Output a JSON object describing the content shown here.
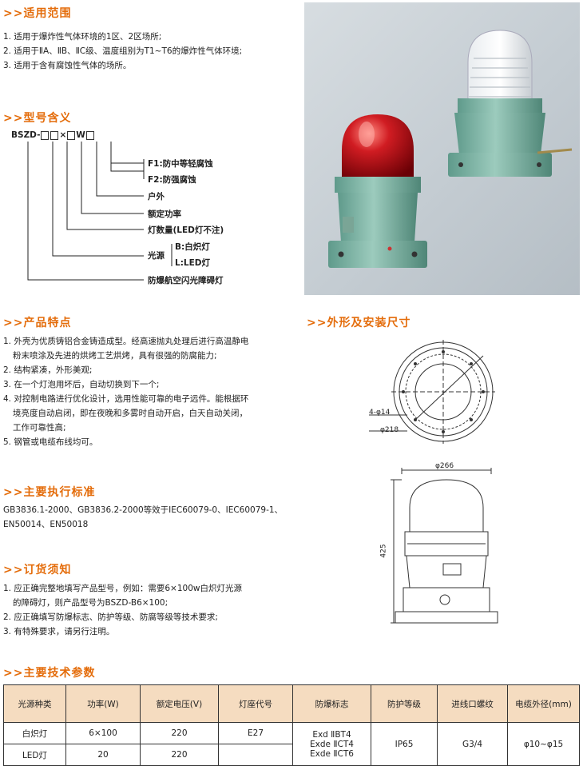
{
  "sections": {
    "scope": {
      "title": ">>适用范围",
      "items": [
        "1. 适用于爆炸性气体环境的1区、2区场所;",
        "2. 适用于ⅡA、ⅡB、ⅡC级、温度组别为T1~T6的爆炸性气体环境;",
        "3. 适用于含有腐蚀性气体的场所。"
      ]
    },
    "model": {
      "title": ">>型号含义",
      "prefix": "BSZD-",
      "x": "×",
      "w": "W",
      "labels": {
        "f1": "F1:防中等轻腐蚀",
        "f2": "F2:防强腐蚀",
        "outdoor": "户外",
        "power": "额定功率",
        "lamps": "灯数量(LED灯不注)",
        "source": "光源",
        "b": "B:白炽灯",
        "l": "L:LED灯",
        "name": "防爆航空闪光障碍灯"
      }
    },
    "features": {
      "title": ">>产品特点",
      "items": [
        "1. 外壳为优质铸铝合金铸造成型。经高速抛丸处理后进行高温静电",
        "粉末喷涂及先进的烘烤工艺烘烤，具有很强的防腐能力;",
        "2. 结构紧凑，外形美观;",
        "3. 在一个灯泡用坏后，自动切换到下一个;",
        "4. 对控制电路进行优化设计，选用性能可靠的电子远件。能根据环",
        "境亮度自动启闭，即在夜晚和多雾时自动开启，白天自动关闭，",
        "工作可靠性高;",
        "5. 钢管或电缆布线均可。"
      ]
    },
    "standards": {
      "title": ">>主要执行标准",
      "items": [
        "GB3836.1-2000、GB3836.2-2000等效于IEC60079-0、IEC60079-1、",
        "EN50014、EN50018"
      ]
    },
    "order": {
      "title": ">>订货须知",
      "items": [
        "1. 应正确完整地填写产品型号，例如：需要6×100w白炽灯光源",
        "的障碍灯，则产品型号为BSZD-B6×100;",
        "2. 应正确填写防爆标志、防护等级、防腐等级等技术要求;",
        "3. 有特殊要求，请另行注明。"
      ]
    },
    "dimensions": {
      "title": ">>外形及安装尺寸",
      "holes": "4-φ14",
      "d218": "φ218",
      "d266": "φ266",
      "h425": "425"
    },
    "params": {
      "title": ">>主要技术参数",
      "headers": [
        "光源种类",
        "功率(W)",
        "额定电压(V)",
        "灯座代号",
        "防爆标志",
        "防护等级",
        "进线口螺纹",
        "电缆外径(mm)"
      ],
      "rows": [
        [
          "白炽灯",
          "6×100",
          "220",
          "E27"
        ],
        [
          "LED灯",
          "20",
          "220",
          ""
        ]
      ],
      "marks": [
        "Exd ⅡBT4",
        "Exde ⅡCT4",
        "Exde ⅡCT6"
      ],
      "ip": "IP65",
      "thread": "G3/4",
      "cable": "φ10~φ15"
    }
  },
  "colors": {
    "accent": "#e46c0a",
    "header_bg": "#f5dcc0",
    "lamp_body": "#7fb5a6",
    "red_dome": "#c0141c"
  }
}
